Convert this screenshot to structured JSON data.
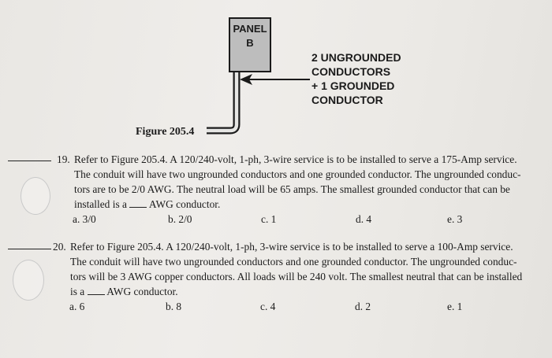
{
  "figure": {
    "panel_line1": "PANEL",
    "panel_line2": "B",
    "note_lines": [
      "2 UNGROUNDED",
      "CONDUCTORS",
      "+ 1 GROUNDED",
      "CONDUCTOR"
    ],
    "caption": "Figure 205.4"
  },
  "questions": [
    {
      "number": "19.",
      "lines": [
        "Refer to Figure 205.4. A 120/240-volt, 1-ph, 3-wire service is to be installed to serve a 175-Amp service.",
        "The conduit will have two ungrounded conductors and one grounded conductor. The ungrounded conduc-",
        "tors are to be 2/0 AWG. The neutral load will be 65 amps. The smallest grounded conductor that can be"
      ],
      "last_before": "installed is a",
      "last_after": "AWG conductor.",
      "choices": [
        "a.  3/0",
        "b.  2/0",
        "c.  1",
        "d.  4",
        "e.  3"
      ]
    },
    {
      "number": "20.",
      "lines": [
        "Refer to Figure 205.4. A 120/240-volt, 1-ph, 3-wire service is to be installed to serve a 100-Amp service.",
        "The conduit will have two ungrounded conductors and one grounded conductor. The ungrounded conduc-",
        "tors will be 3 AWG copper conductors. All loads will be 240 volt. The smallest neutral that can be installed"
      ],
      "last_before": "is a",
      "last_after": "AWG conductor.",
      "choices": [
        "a.  6",
        "b.  8",
        "c.  4",
        "d.  2",
        "e.  1"
      ]
    }
  ]
}
